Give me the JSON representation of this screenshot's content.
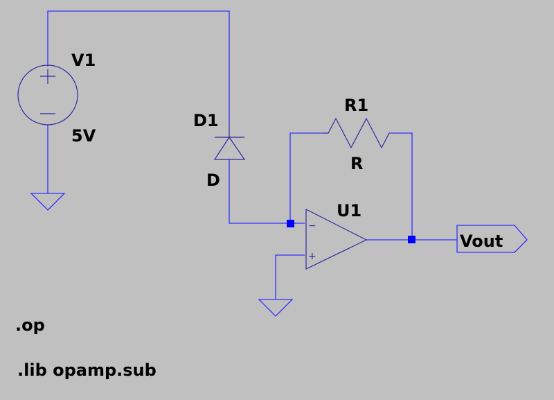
{
  "schematic": {
    "background_color": "#c0c0c0",
    "wire_color": "#3030ff",
    "components": {
      "V1": {
        "name": "V1",
        "value": "5V",
        "type": "voltage-source"
      },
      "D1": {
        "name": "D1",
        "value": "D",
        "type": "diode"
      },
      "R1": {
        "name": "R1",
        "value": "R",
        "type": "resistor"
      },
      "U1": {
        "name": "U1",
        "type": "opamp",
        "minus": "−",
        "plus": "+"
      }
    },
    "net_label": "Vout",
    "directives": [
      ".op",
      ".lib opamp.sub"
    ]
  }
}
